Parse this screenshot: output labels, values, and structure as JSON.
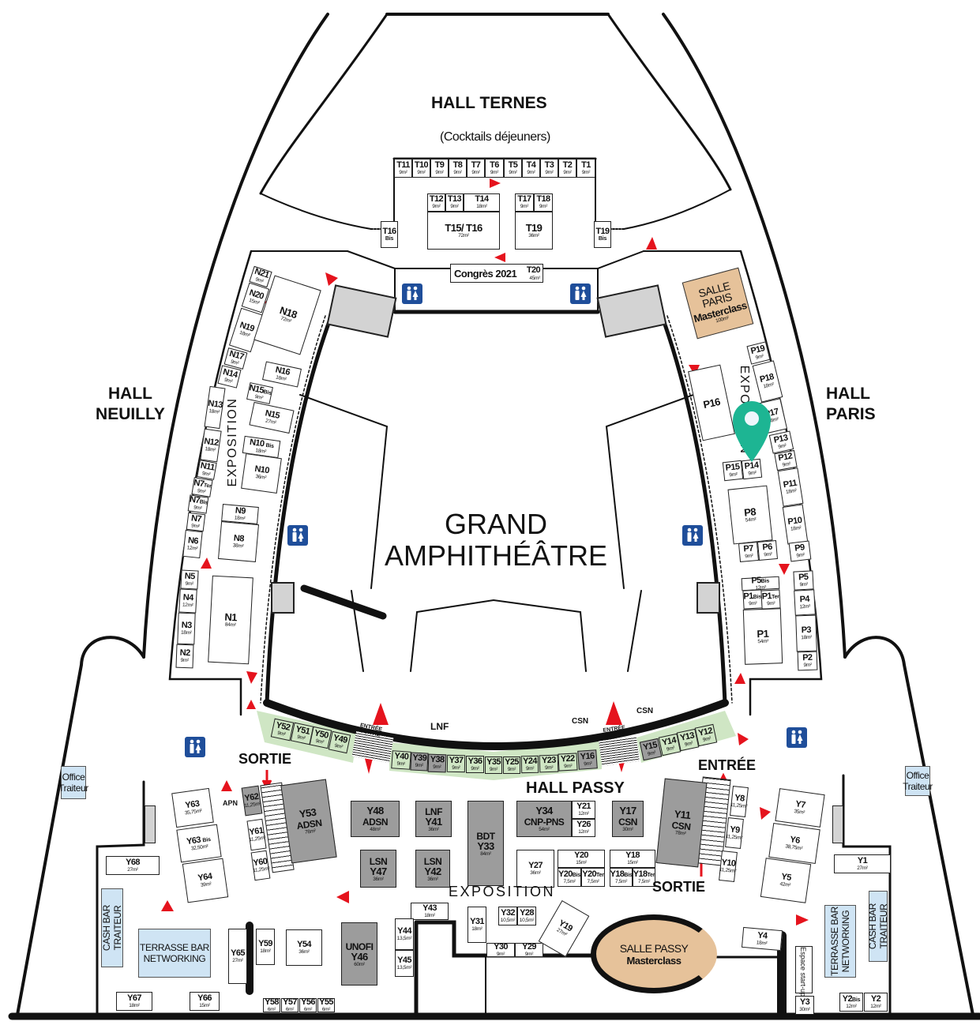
{
  "halls": {
    "ternes": "HALL TERNES",
    "ternes_sub": "(Cocktails déjeuners)",
    "neuilly_1": "HALL",
    "neuilly_2": "NEUILLY",
    "paris_1": "HALL",
    "paris_2": "PARIS",
    "passy": "HALL PASSY"
  },
  "amphitheatre": {
    "line1": "GRAND",
    "line2": "AMPHITHÉÂTRE"
  },
  "labels": {
    "exposition": "EXPOSITION",
    "sortie": "SORTIE",
    "entree": "ENTRÉE",
    "entree_small": "ENTRÉE",
    "sortie_small": "SORTIE",
    "lnf": "LNF",
    "csn": "CSN",
    "apn": "APN",
    "espace_startup": "Espace start-up"
  },
  "icons": [
    "restroom-icon",
    "direction-arrow-icon",
    "location-pin-icon",
    "escalator-icon"
  ],
  "colors": {
    "pin": "#1db593",
    "arrow": "#e5131d",
    "booth_green": "#cfe6c4",
    "booth_grey": "#9c9c9c",
    "bar_blue": "#cfe4f4",
    "masterclass": "#e6c29a",
    "restroom": "#1f4e9a"
  },
  "booths": {
    "T11": {
      "id": "T11",
      "area": "9m²"
    },
    "T10": {
      "id": "T10",
      "area": "9m²"
    },
    "T9": {
      "id": "T9",
      "area": "9m²"
    },
    "T8": {
      "id": "T8",
      "area": "9m²"
    },
    "T7": {
      "id": "T7",
      "area": "9m²"
    },
    "T6": {
      "id": "T6",
      "area": "9m²"
    },
    "T5": {
      "id": "T5",
      "area": "9m²"
    },
    "T4": {
      "id": "T4",
      "area": "9m²"
    },
    "T3": {
      "id": "T3",
      "area": "9m²"
    },
    "T2": {
      "id": "T2",
      "area": "9m²"
    },
    "T1": {
      "id": "T1",
      "area": "9m²"
    },
    "T12": {
      "id": "T12",
      "area": "9m²"
    },
    "T13": {
      "id": "T13",
      "area": "9m²"
    },
    "T14": {
      "id": "T14",
      "area": "18m²"
    },
    "T15_T16": {
      "id": "T15/ T16",
      "area": "72m²"
    },
    "T17": {
      "id": "T17",
      "area": "9m²"
    },
    "T18": {
      "id": "T18",
      "area": "9m²"
    },
    "T19": {
      "id": "T19",
      "area": "36m²"
    },
    "T16Bis": {
      "id": "T16Bis"
    },
    "T19Bis": {
      "id": "T19Bis"
    },
    "T20": {
      "id": "T20",
      "name": "Congrès 2021",
      "area": "45m²"
    },
    "N21": {
      "id": "N21",
      "area": "9m²"
    },
    "N20": {
      "id": "N20",
      "area": "15m²"
    },
    "N19": {
      "id": "N19",
      "area": "18m²"
    },
    "N18": {
      "id": "N18",
      "area": "72m²"
    },
    "N17": {
      "id": "N17",
      "area": "9m²"
    },
    "N16": {
      "id": "N16",
      "area": "18m²"
    },
    "N15Bis": {
      "id": "N15Bis",
      "area": "9m²"
    },
    "N15": {
      "id": "N15",
      "area": "27m²"
    },
    "N14": {
      "id": "N14",
      "area": "9m²"
    },
    "N13": {
      "id": "N13",
      "area": "18m²"
    },
    "N12": {
      "id": "N12",
      "area": "18m²"
    },
    "N11": {
      "id": "N11",
      "area": "9m²"
    },
    "N10Bis": {
      "id": "N10 Bis",
      "area": "18m²"
    },
    "N10": {
      "id": "N10",
      "area": "36m²"
    },
    "N9": {
      "id": "N9",
      "area": "18m²"
    },
    "N8": {
      "id": "N8",
      "area": "38m²"
    },
    "N7Ter": {
      "id": "N7Ter",
      "area": "9m²"
    },
    "N7Bis": {
      "id": "N7Bis",
      "area": "9m²"
    },
    "N7": {
      "id": "N7",
      "area": "9m²"
    },
    "N6": {
      "id": "N6",
      "area": "12m²"
    },
    "N5": {
      "id": "N5",
      "area": "9m²"
    },
    "N4": {
      "id": "N4",
      "area": "12m²"
    },
    "N3": {
      "id": "N3",
      "area": "18m²"
    },
    "N2": {
      "id": "N2",
      "area": "9m²"
    },
    "N1": {
      "id": "N1",
      "area": "84m²"
    },
    "SALLE_PARIS": {
      "id": "SALLE PARIS",
      "name": "Masterclass",
      "area": "100m²"
    },
    "P19": {
      "id": "P19",
      "area": "9m²"
    },
    "P18": {
      "id": "P18",
      "area": "18m²"
    },
    "P17": {
      "id": "P17",
      "area": "18m²"
    },
    "P16": {
      "id": "P16"
    },
    "P15": {
      "id": "P15",
      "area": "9m²"
    },
    "P14": {
      "id": "P14",
      "area": "9m²"
    },
    "P13": {
      "id": "P13",
      "area": "9m²"
    },
    "P12": {
      "id": "P12",
      "area": "9m²"
    },
    "P11": {
      "id": "P11",
      "area": "18m²"
    },
    "P10": {
      "id": "P10",
      "area": "18m²"
    },
    "P9": {
      "id": "P9",
      "area": "9m²"
    },
    "P8": {
      "id": "P8",
      "area": "54m²"
    },
    "P7": {
      "id": "P7",
      "area": "9m²"
    },
    "P6": {
      "id": "P6",
      "area": "9m²"
    },
    "P5Bis": {
      "id": "P5Bis",
      "area": "12m²"
    },
    "P1Bis": {
      "id": "P1Bis",
      "area": "9m²"
    },
    "P1Ter": {
      "id": "P1Ter",
      "area": "9m²"
    },
    "P1": {
      "id": "P1",
      "area": "54m²"
    },
    "P5": {
      "id": "P5",
      "area": "9m²"
    },
    "P4": {
      "id": "P4",
      "area": "12m²"
    },
    "P3": {
      "id": "P3",
      "area": "18m²"
    },
    "P2": {
      "id": "P2",
      "area": "9m²"
    },
    "Y52": {
      "id": "Y52",
      "area": "9m²"
    },
    "Y51": {
      "id": "Y51",
      "area": "9m²"
    },
    "Y50": {
      "id": "Y50",
      "area": "9m²"
    },
    "Y49": {
      "id": "Y49",
      "area": "9m²"
    },
    "Y40": {
      "id": "Y40",
      "area": "9m²"
    },
    "Y39": {
      "id": "Y39",
      "area": "9m²"
    },
    "Y38": {
      "id": "Y38",
      "area": "9m²"
    },
    "Y37": {
      "id": "Y37",
      "area": "9m²"
    },
    "Y36": {
      "id": "Y36",
      "area": "9m²"
    },
    "Y35": {
      "id": "Y35",
      "area": "9m²"
    },
    "Y25": {
      "id": "Y25",
      "area": "9m²"
    },
    "Y24": {
      "id": "Y24",
      "area": "9m²"
    },
    "Y23": {
      "id": "Y23",
      "area": "9m²"
    },
    "Y22": {
      "id": "Y22",
      "area": "9m²"
    },
    "Y16": {
      "id": "Y16",
      "area": "9m²"
    },
    "Y15": {
      "id": "Y15",
      "area": "9m²"
    },
    "Y14": {
      "id": "Y14",
      "area": "9m²"
    },
    "Y13": {
      "id": "Y13",
      "area": "9m²"
    },
    "Y12": {
      "id": "Y12",
      "area": "9m²"
    },
    "Y48": {
      "id": "Y48",
      "name": "ADSN",
      "area": "48m²"
    },
    "Y41": {
      "id": "Y41",
      "name": "LNF",
      "area": "36m²"
    },
    "Y33": {
      "id": "Y33",
      "name": "BDT",
      "area": "84m²"
    },
    "Y34": {
      "id": "Y34",
      "name": "CNP-PNS",
      "area": "54m²"
    },
    "Y21": {
      "id": "Y21",
      "area": "12m²"
    },
    "Y26": {
      "id": "Y26",
      "area": "12m²"
    },
    "Y17": {
      "id": "Y17",
      "name": "CSN",
      "area": "30m²"
    },
    "Y47": {
      "id": "Y47",
      "name": "LSN",
      "area": "36m²"
    },
    "Y42": {
      "id": "Y42",
      "name": "LSN",
      "area": "36m²"
    },
    "Y27": {
      "id": "Y27",
      "area": "36m²"
    },
    "Y20": {
      "id": "Y20",
      "area": "15m²"
    },
    "Y20Bis": {
      "id": "Y20Bis",
      "area": "7,5m²"
    },
    "Y20Ter": {
      "id": "Y20Ter",
      "area": "7,5m²"
    },
    "Y18": {
      "id": "Y18",
      "area": "15m²"
    },
    "Y18Bis": {
      "id": "Y18Bis",
      "area": "7,5m²"
    },
    "Y18Ter": {
      "id": "Y18Ter",
      "area": "7,5m²"
    },
    "Y43": {
      "id": "Y43",
      "area": "18m²"
    },
    "Y44": {
      "id": "Y44",
      "area": "13,5m²"
    },
    "Y45": {
      "id": "Y45",
      "area": "13,5m²"
    },
    "Y46": {
      "id": "Y46",
      "name": "UNOFI",
      "area": "60m²"
    },
    "Y31": {
      "id": "Y31",
      "area": "18m²"
    },
    "Y32": {
      "id": "Y32",
      "area": "10,5m²"
    },
    "Y28": {
      "id": "Y28",
      "area": "10,5m²"
    },
    "Y30": {
      "id": "Y30",
      "area": "9m²"
    },
    "Y29": {
      "id": "Y29",
      "area": "9m²"
    },
    "Y19": {
      "id": "Y19",
      "area": "27m²"
    },
    "SALLE_PASSY": {
      "id": "SALLE PASSY",
      "name": "Masterclass"
    },
    "Y63": {
      "id": "Y63",
      "area": "35,75m²"
    },
    "Y63Bis": {
      "id": "Y63 Bis",
      "area": "32,50m²"
    },
    "Y64": {
      "id": "Y64",
      "area": "39m²"
    },
    "Y68": {
      "id": "Y68",
      "area": "27m²"
    },
    "Y62": {
      "id": "Y62",
      "area": "11,25m²"
    },
    "Y61": {
      "id": "Y61",
      "area": "11,25m²"
    },
    "Y60": {
      "id": "Y60",
      "area": "11,25m²"
    },
    "Y53": {
      "id": "Y53",
      "name": "ADSN",
      "area": "78m²"
    },
    "CASHBAR_L": {
      "id": "CASH BAR",
      "name": "TRAITEUR"
    },
    "TERRASSE_L": {
      "id": "TERRASSE BAR",
      "name": "NETWORKING"
    },
    "OFFICE_L": {
      "id": "Office",
      "name": "Traiteur"
    },
    "Y65": {
      "id": "Y65",
      "area": "27m²"
    },
    "Y59": {
      "id": "Y59",
      "area": "18m²"
    },
    "Y54": {
      "id": "Y54",
      "area": "36m²"
    },
    "Y67": {
      "id": "Y67",
      "area": "18m²"
    },
    "Y66": {
      "id": "Y66",
      "area": "15m²"
    },
    "Y58": {
      "id": "Y58",
      "area": "6m²"
    },
    "Y57": {
      "id": "Y57",
      "area": "6m²"
    },
    "Y56": {
      "id": "Y56",
      "area": "6m²"
    },
    "Y55": {
      "id": "Y55",
      "area": "6m²"
    },
    "Y11": {
      "id": "Y11",
      "name": "CSN",
      "area": "78m²"
    },
    "Y8": {
      "id": "Y8",
      "area": "11,25m²"
    },
    "Y9": {
      "id": "Y9",
      "area": "11,25m²"
    },
    "Y10": {
      "id": "Y10",
      "area": "11,25m²"
    },
    "Y7": {
      "id": "Y7",
      "area": "35m²"
    },
    "Y6": {
      "id": "Y6",
      "area": "38,75m²"
    },
    "Y5": {
      "id": "Y5",
      "area": "42m²"
    },
    "Y1": {
      "id": "Y1",
      "area": "27m²"
    },
    "Y4": {
      "id": "Y4",
      "area": "18m²"
    },
    "Y3": {
      "id": "Y3",
      "area": "30m²"
    },
    "Y2Bis": {
      "id": "Y2Bis",
      "area": "12m²"
    },
    "Y2": {
      "id": "Y2",
      "area": "12m²"
    },
    "TERRASSE_R": {
      "id": "TERRASSE BAR",
      "name": "NETWORKING"
    },
    "CASHBAR_R": {
      "id": "CASH BAR",
      "name": "TRAITEUR"
    },
    "OFFICE_R": {
      "id": "Office",
      "name": "Traiteur"
    }
  }
}
